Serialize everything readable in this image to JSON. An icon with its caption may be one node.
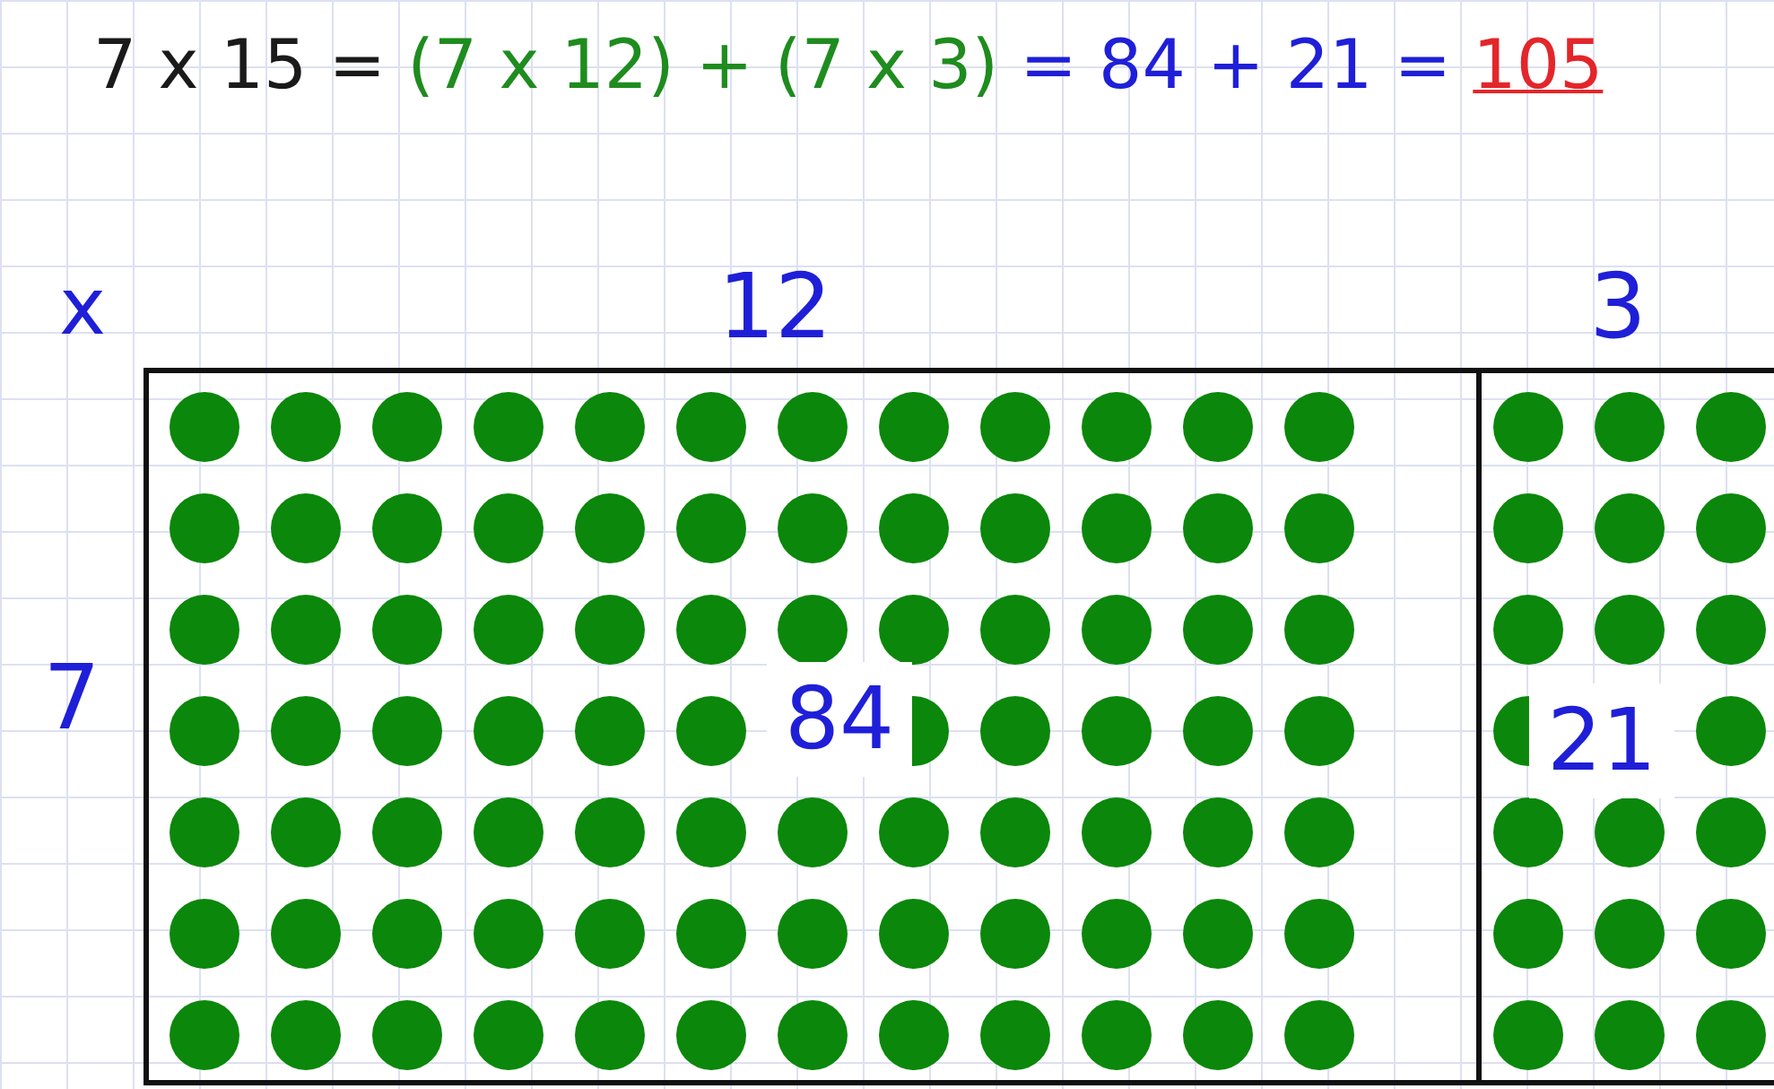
{
  "diagram": {
    "nodes": [
      {
        "text": [
          "84"
        ]
      },
      {
        "text": [
          "21"
        ]
      }
    ],
    "labels": [
      "7 x 15 =",
      "(7 x 12) + (7 x 3)",
      "= 84 + 21 =",
      "105",
      "x",
      "12",
      "3",
      "7"
    ]
  }
}
